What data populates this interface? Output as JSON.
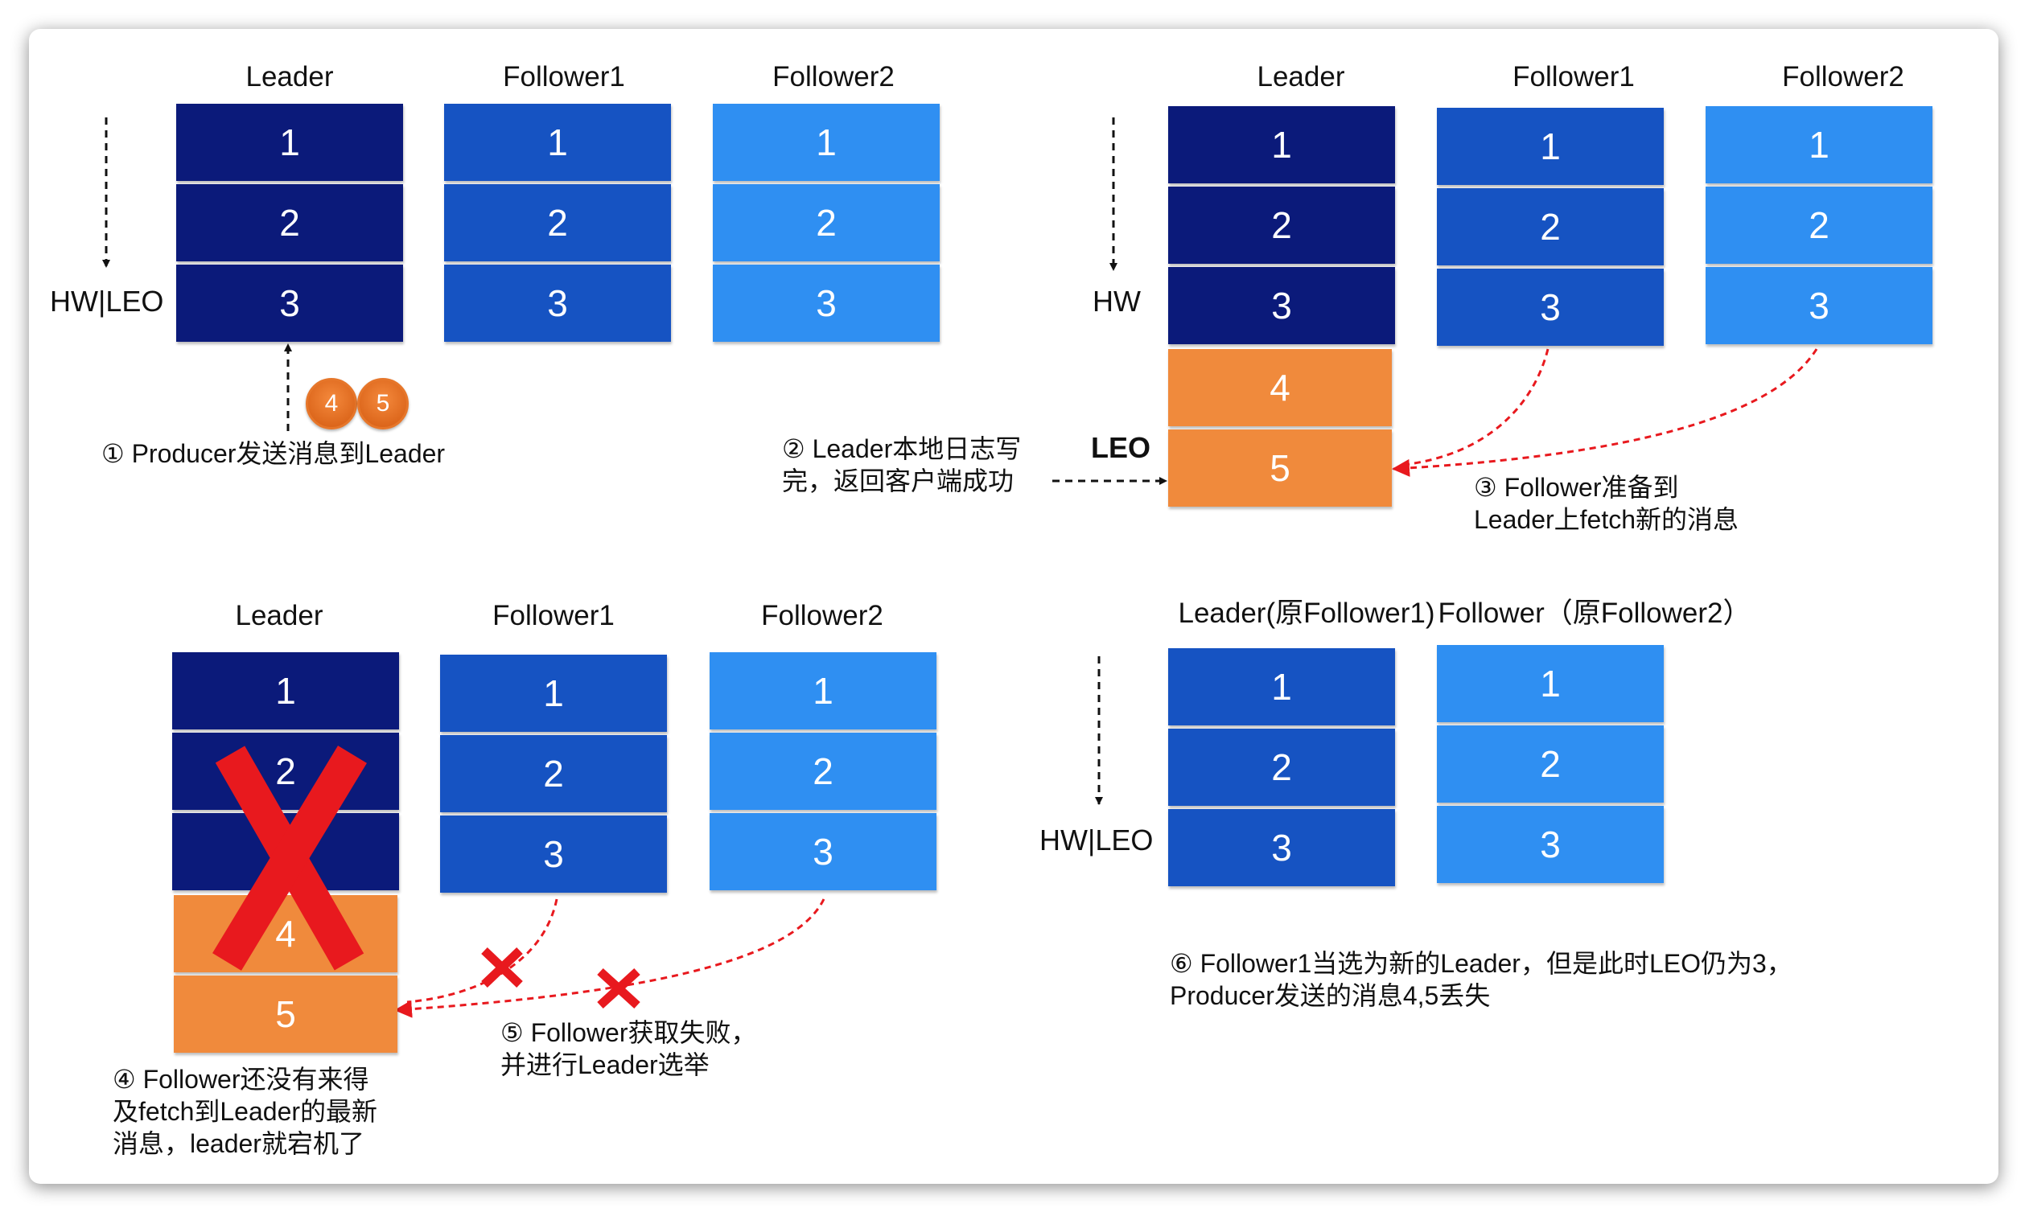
{
  "colors": {
    "leader": "#0b1a7a",
    "follower1": "#1653c2",
    "follower2": "#2f8ff2",
    "orange": "#f08a3c",
    "red_x": "#e8191e",
    "dashed_red": "#e8191e"
  },
  "panels": [
    {
      "id": "p1",
      "headers": [
        "Leader",
        "Follower1",
        "Follower2"
      ],
      "marker": "HW|LEO",
      "columns": [
        {
          "role": "leader",
          "cells": [
            "1",
            "2",
            "3"
          ]
        },
        {
          "role": "follower1",
          "cells": [
            "1",
            "2",
            "3"
          ]
        },
        {
          "role": "follower2",
          "cells": [
            "1",
            "2",
            "3"
          ]
        }
      ],
      "badges": [
        "4",
        "5"
      ],
      "note": "① Producer发送消息到Leader"
    },
    {
      "id": "p2",
      "headers": [
        "Leader",
        "Follower1",
        "Follower2"
      ],
      "marker": "HW",
      "leo_label": "LEO",
      "columns": [
        {
          "role": "leader",
          "cells": [
            "1",
            "2",
            "3",
            "4",
            "5"
          ]
        },
        {
          "role": "follower1",
          "cells": [
            "1",
            "2",
            "3"
          ]
        },
        {
          "role": "follower2",
          "cells": [
            "1",
            "2",
            "3"
          ]
        }
      ],
      "note_left": [
        "② Leader本地日志写",
        "完，返回客户端成功"
      ],
      "note_right": [
        "③ Follower准备到",
        "Leader上fetch新的消息"
      ]
    },
    {
      "id": "p3",
      "headers": [
        "Leader",
        "Follower1",
        "Follower2"
      ],
      "columns": [
        {
          "role": "leader",
          "cells": [
            "1",
            "2",
            "",
            "4",
            "5"
          ]
        },
        {
          "role": "follower1",
          "cells": [
            "1",
            "2",
            "3"
          ]
        },
        {
          "role": "follower2",
          "cells": [
            "1",
            "2",
            "3"
          ]
        }
      ],
      "note_left": [
        "④ Follower还没有来得",
        "及fetch到Leader的最新",
        "消息，leader就宕机了"
      ],
      "note_right": [
        "⑤ Follower获取失败，",
        "并进行Leader选举"
      ]
    },
    {
      "id": "p4",
      "headers": [
        "Leader(原Follower1)",
        "Follower（原Follower2）"
      ],
      "marker": "HW|LEO",
      "columns": [
        {
          "role": "follower1",
          "cells": [
            "1",
            "2",
            "3"
          ]
        },
        {
          "role": "follower2",
          "cells": [
            "1",
            "2",
            "3"
          ]
        }
      ],
      "note": [
        "⑥ Follower1当选为新的Leader，但是此时LEO仍为3，",
        "Producer发送的消息4,5丢失"
      ]
    }
  ]
}
